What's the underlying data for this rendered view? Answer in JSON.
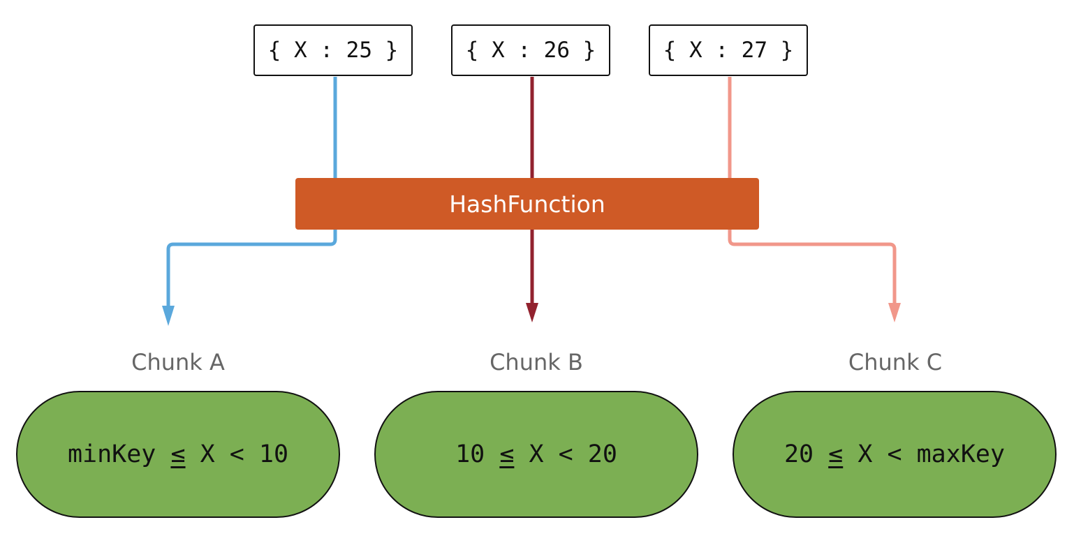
{
  "documents": [
    {
      "text": "{ X : 25 }"
    },
    {
      "text": "{ X : 26 }"
    },
    {
      "text": "{ X : 27 }"
    }
  ],
  "hash_function": {
    "label": "HashFunction"
  },
  "chunks": [
    {
      "name": "Chunk A",
      "range_prefix": "minKey ",
      "range_op": "≤",
      "range_suffix": " X < 10"
    },
    {
      "name": "Chunk B",
      "range_prefix": "10 ",
      "range_op": "≤",
      "range_suffix": " X < 20"
    },
    {
      "name": "Chunk C",
      "range_prefix": "20 ",
      "range_op": "≤",
      "range_suffix": " X < maxKey"
    }
  ],
  "colors": {
    "arrow_a": "#5aa8dc",
    "arrow_b": "#92222e",
    "arrow_c": "#f1978a",
    "hash_fill": "#cf5a26",
    "chunk_fill": "#7caf53",
    "chunk_label": "#666666"
  }
}
